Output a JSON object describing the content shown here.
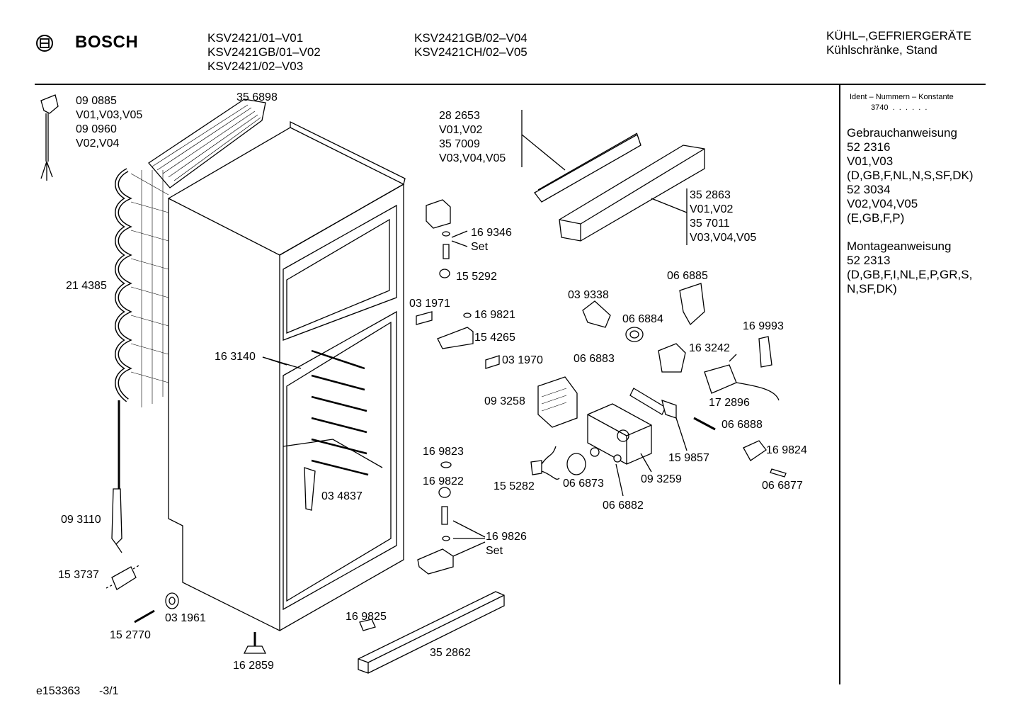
{
  "header": {
    "brand": "BOSCH",
    "models_col1": [
      "KSV2421/01–V01",
      "KSV2421GB/01–V02",
      "KSV2421/02–V03"
    ],
    "models_col2": [
      "KSV2421GB/02–V04",
      "KSV2421CH/02–V05"
    ],
    "category": [
      "KÜHL–,GEFRIERGERÄTE",
      "Kühlschränke, Stand"
    ]
  },
  "sidebar": {
    "ident_title": "Ident – Nummern – Konstante",
    "ident_value": "3740  .  .  .  .  .  .",
    "sections": [
      {
        "title": "Gebrauchanweisung",
        "lines": [
          "52 2316",
          "V01,V03",
          "(D,GB,F,NL,N,S,SF,DK)",
          "52 3034",
          "V02,V04,V05",
          "(E,GB,F,P)"
        ]
      },
      {
        "title": "Montageanweisung",
        "lines": [
          "52 2313",
          "(D,GB,F,I,NL,E,P,GR,S,",
          "N,SF,DK)"
        ]
      }
    ]
  },
  "parts": {
    "p090885": "09 0885\nV01,V03,V05\n09 0960\nV02,V04",
    "p356898": "35 6898",
    "p214385": "21 4385",
    "p093110": "09 3110",
    "p153737": "15 3737",
    "p152770": "15 2770",
    "p031961": "03 1961",
    "p162859": "16 2859",
    "p163140": "16 3140",
    "p034837": "03 4837",
    "p282653": "28 2653\nV01,V02\n35 7009\nV03,V04,V05",
    "p352863": "35 2863\nV01,V02\n35 7011\nV03,V04,V05",
    "p169346": "16 9346\nSet",
    "p155292": "15 5292",
    "p031971": "03 1971",
    "p169821": "16 9821",
    "p154265": "15 4265",
    "p031970": "03 1970",
    "p093258": "09 3258",
    "p039338": "03 9338",
    "p066885": "06 6885",
    "p066884": "06 6884",
    "p066883": "06 6883",
    "p163242": "16 3242",
    "p169993": "16 9993",
    "p172896": "17 2896",
    "p066888": "06 6888",
    "p159857": "15 9857",
    "p093259": "09 3259",
    "p169824": "16 9824",
    "p066877": "06 6877",
    "p155282": "15 5282",
    "p066873": "06 6873",
    "p066882": "06 6882",
    "p169823": "16 9823",
    "p169822": "16 9822",
    "p169826": "16 9826\nSet",
    "p169825": "16 9825",
    "p352862": "35 2862"
  },
  "footer": {
    "doc_id": "e153363",
    "page": "-3/1"
  }
}
